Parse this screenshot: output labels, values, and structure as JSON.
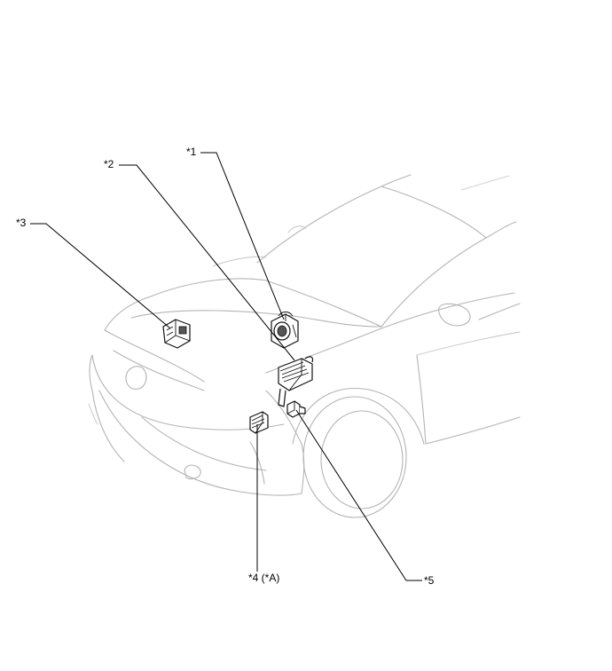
{
  "callouts": {
    "c1": "*1",
    "c2": "*2",
    "c3": "*3",
    "c4": "*4 (*A)",
    "c5": "*5"
  },
  "colors": {
    "vehicle_outline": "#b4b4b4",
    "component_outline": "#111111",
    "leader_line": "#000000",
    "background": "#ffffff"
  }
}
